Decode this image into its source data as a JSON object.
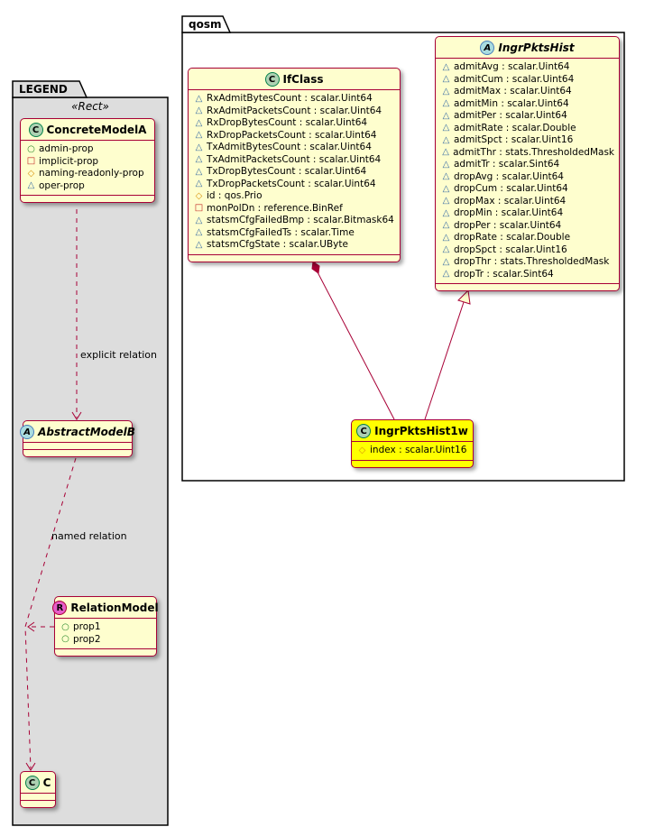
{
  "colors": {
    "class_fill": "#FEFECE",
    "class_border": "#A80036",
    "highlight_fill": "#FFFF00",
    "legend_fill": "#DDDDDD",
    "spot_class": "#ADD1B2",
    "spot_abstract": "#A9DCDF",
    "spot_relation": "#E65CC8"
  },
  "legend": {
    "title": "LEGEND",
    "stereotype": "«Rect»",
    "concrete_model_a": {
      "spot": "C",
      "name": "ConcreteModelA",
      "attrs": [
        {
          "icon": "circle",
          "text": "admin-prop"
        },
        {
          "icon": "square",
          "text": "implicit-prop"
        },
        {
          "icon": "diamond",
          "text": "naming-readonly-prop"
        },
        {
          "icon": "triangle",
          "text": "oper-prop"
        }
      ]
    },
    "abstract_model_b": {
      "spot": "A",
      "name": "AbstractModelB"
    },
    "relation_model": {
      "spot": "R",
      "name": "RelationModel",
      "attrs": [
        {
          "icon": "circle",
          "text": "prop1"
        },
        {
          "icon": "circle",
          "text": "prop2"
        }
      ]
    },
    "class_c": {
      "spot": "C",
      "name": "C"
    }
  },
  "qosm": {
    "title": "qosm",
    "if_class": {
      "spot": "C",
      "name": "IfClass",
      "attrs": [
        {
          "icon": "triangle",
          "text": "RxAdmitBytesCount : scalar.Uint64"
        },
        {
          "icon": "triangle",
          "text": "RxAdmitPacketsCount : scalar.Uint64"
        },
        {
          "icon": "triangle",
          "text": "RxDropBytesCount : scalar.Uint64"
        },
        {
          "icon": "triangle",
          "text": "RxDropPacketsCount : scalar.Uint64"
        },
        {
          "icon": "triangle",
          "text": "TxAdmitBytesCount : scalar.Uint64"
        },
        {
          "icon": "triangle",
          "text": "TxAdmitPacketsCount : scalar.Uint64"
        },
        {
          "icon": "triangle",
          "text": "TxDropBytesCount : scalar.Uint64"
        },
        {
          "icon": "triangle",
          "text": "TxDropPacketsCount : scalar.Uint64"
        },
        {
          "icon": "diamond",
          "text": "id : qos.Prio"
        },
        {
          "icon": "square",
          "text": "monPolDn : reference.BinRef"
        },
        {
          "icon": "triangle",
          "text": "statsmCfgFailedBmp : scalar.Bitmask64"
        },
        {
          "icon": "triangle",
          "text": "statsmCfgFailedTs : scalar.Time"
        },
        {
          "icon": "triangle",
          "text": "statsmCfgState : scalar.UByte"
        }
      ]
    },
    "ingr_pkts_hist": {
      "spot": "A",
      "name": "IngrPktsHist",
      "attrs": [
        {
          "icon": "triangle",
          "text": "admitAvg : scalar.Uint64"
        },
        {
          "icon": "triangle",
          "text": "admitCum : scalar.Uint64"
        },
        {
          "icon": "triangle",
          "text": "admitMax : scalar.Uint64"
        },
        {
          "icon": "triangle",
          "text": "admitMin : scalar.Uint64"
        },
        {
          "icon": "triangle",
          "text": "admitPer : scalar.Uint64"
        },
        {
          "icon": "triangle",
          "text": "admitRate : scalar.Double"
        },
        {
          "icon": "triangle",
          "text": "admitSpct : scalar.Uint16"
        },
        {
          "icon": "triangle",
          "text": "admitThr : stats.ThresholdedMask"
        },
        {
          "icon": "triangle",
          "text": "admitTr : scalar.Sint64"
        },
        {
          "icon": "triangle",
          "text": "dropAvg : scalar.Uint64"
        },
        {
          "icon": "triangle",
          "text": "dropCum : scalar.Uint64"
        },
        {
          "icon": "triangle",
          "text": "dropMax : scalar.Uint64"
        },
        {
          "icon": "triangle",
          "text": "dropMin : scalar.Uint64"
        },
        {
          "icon": "triangle",
          "text": "dropPer : scalar.Uint64"
        },
        {
          "icon": "triangle",
          "text": "dropRate : scalar.Double"
        },
        {
          "icon": "triangle",
          "text": "dropSpct : scalar.Uint16"
        },
        {
          "icon": "triangle",
          "text": "dropThr : stats.ThresholdedMask"
        },
        {
          "icon": "triangle",
          "text": "dropTr : scalar.Sint64"
        }
      ]
    },
    "ingr_pkts_hist_1w": {
      "spot": "C",
      "name": "IngrPktsHist1w",
      "attrs": [
        {
          "icon": "diamond",
          "text": "index : scalar.Uint16"
        }
      ]
    }
  },
  "relations": [
    {
      "type": "composition",
      "from": "IngrPktsHist1w",
      "to": "IfClass",
      "label": ""
    },
    {
      "type": "generalization",
      "from": "IngrPktsHist1w",
      "to": "IngrPktsHist",
      "label": ""
    },
    {
      "type": "dashed-arrow",
      "from": "ConcreteModelA",
      "to": "AbstractModelB",
      "label": "explicit relation"
    },
    {
      "type": "dashed-arrow",
      "from": "AbstractModelB",
      "to": "C",
      "label": "named relation"
    },
    {
      "type": "attachment",
      "from": "RelationModel",
      "to": "named-relation-link",
      "label": ""
    }
  ]
}
